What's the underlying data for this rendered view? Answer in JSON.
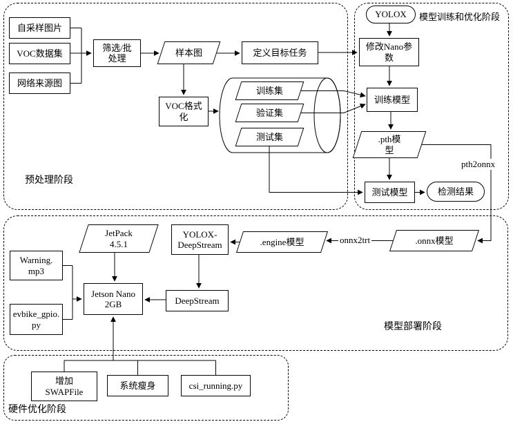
{
  "regions": {
    "preprocess": "预处理阶段",
    "training": "模型训练和优化阶段",
    "deploy": "模型部署阶段",
    "hardware": "硬件优化阶段"
  },
  "nodes": {
    "src_sampled": {
      "label": "自采样图片",
      "shape": "rect"
    },
    "src_voc": {
      "label": "VOC数据集",
      "shape": "rect"
    },
    "src_web": {
      "label": "网络来源图",
      "shape": "rect"
    },
    "filter_batch": {
      "label": "筛选/批\n处理",
      "shape": "rect"
    },
    "sample_img": {
      "label": "样本图",
      "shape": "parallelogram"
    },
    "define_task": {
      "label": "定义目标任务",
      "shape": "rect"
    },
    "voc_format": {
      "label": "VOC格式\n化",
      "shape": "rect"
    },
    "train_set": {
      "label": "训练集",
      "shape": "parallelogram"
    },
    "val_set": {
      "label": "验证集",
      "shape": "parallelogram"
    },
    "test_set": {
      "label": "测试集",
      "shape": "parallelogram"
    },
    "yolox": {
      "label": "YOLOX",
      "shape": "stadium"
    },
    "modify_nano": {
      "label": "修改Nano参\n数",
      "shape": "rect"
    },
    "train_model": {
      "label": "训练模型",
      "shape": "rect"
    },
    "pth_model": {
      "label": ".pth模\n型",
      "shape": "parallelogram"
    },
    "test_model": {
      "label": "测试模型",
      "shape": "rect"
    },
    "detect_result": {
      "label": "检测结果",
      "shape": "stadium"
    },
    "onnx_model": {
      "label": ".onnx模型",
      "shape": "parallelogram"
    },
    "engine_model": {
      "label": ".engine模型",
      "shape": "parallelogram"
    },
    "yolox_deepstream": {
      "label": "YOLOX-\nDeepStream",
      "shape": "rect"
    },
    "jetpack": {
      "label": "JetPack\n4.5.1",
      "shape": "parallelogram"
    },
    "jetson_nano": {
      "label": "Jetson Nano\n2GB",
      "shape": "rect"
    },
    "deepstream": {
      "label": "DeepStream",
      "shape": "rect"
    },
    "warning_mp3": {
      "label": "Warning.\nmp3",
      "shape": "rect"
    },
    "evbike_gpio": {
      "label": "evbike_gpio.\npy",
      "shape": "rect"
    },
    "swap_file": {
      "label": "增加\nSWAPFile",
      "shape": "rect"
    },
    "system_slim": {
      "label": "系统瘦身",
      "shape": "rect"
    },
    "csi_running": {
      "label": "csi_running.py",
      "shape": "rect"
    }
  },
  "edge_labels": {
    "pth2onnx": "pth2onnx",
    "onnx2trt": "onnx2trt"
  },
  "edges": [
    {
      "from": "src_sampled",
      "to": "filter_batch"
    },
    {
      "from": "src_voc",
      "to": "filter_batch"
    },
    {
      "from": "src_web",
      "to": "filter_batch"
    },
    {
      "from": "filter_batch",
      "to": "sample_img"
    },
    {
      "from": "sample_img",
      "to": "define_task"
    },
    {
      "from": "define_task",
      "to": "modify_nano"
    },
    {
      "from": "sample_img",
      "to": "voc_format"
    },
    {
      "from": "voc_format",
      "to": "dataset_cylinder"
    },
    {
      "from": "train_set",
      "to": "train_model"
    },
    {
      "from": "val_set",
      "to": "train_model"
    },
    {
      "from": "test_set",
      "to": "test_model"
    },
    {
      "from": "yolox",
      "to": "modify_nano"
    },
    {
      "from": "modify_nano",
      "to": "train_model"
    },
    {
      "from": "train_model",
      "to": "pth_model"
    },
    {
      "from": "pth_model",
      "to": "test_model"
    },
    {
      "from": "test_model",
      "to": "detect_result"
    },
    {
      "from": "pth_model",
      "to": "onnx_model",
      "label": "pth2onnx"
    },
    {
      "from": "onnx_model",
      "to": "engine_model",
      "label": "onnx2trt"
    },
    {
      "from": "engine_model",
      "to": "yolox_deepstream"
    },
    {
      "from": "yolox_deepstream",
      "to": "deepstream"
    },
    {
      "from": "deepstream",
      "to": "jetson_nano"
    },
    {
      "from": "jetpack",
      "to": "jetson_nano"
    },
    {
      "from": "warning_mp3",
      "to": "jetson_nano"
    },
    {
      "from": "evbike_gpio",
      "to": "jetson_nano"
    },
    {
      "from": "swap_file",
      "to": "jetson_nano"
    },
    {
      "from": "system_slim",
      "to": "jetson_nano"
    },
    {
      "from": "csi_running",
      "to": "jetson_nano"
    }
  ]
}
